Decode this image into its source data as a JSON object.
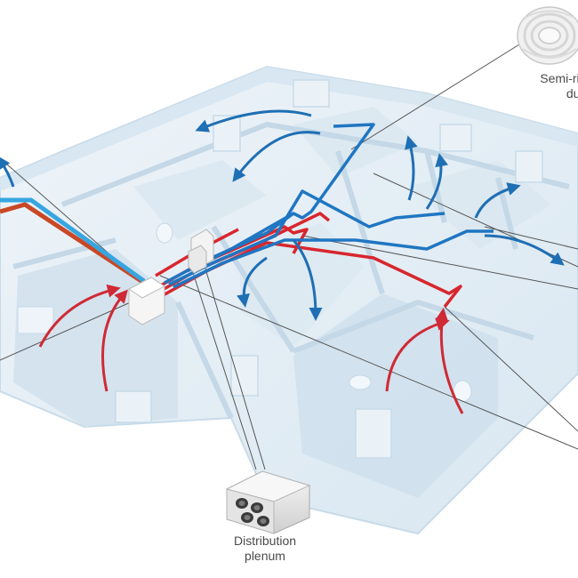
{
  "labels": {
    "ducting_line1": "Semi-rigid d",
    "ducting_line2": "ducting",
    "plenum_line1": "Distribution",
    "plenum_line2": "plenum"
  },
  "colors": {
    "supply_duct": "#1f76c2",
    "extract_duct": "#d8262e",
    "supply_arrow": "#1f6fb4",
    "extract_arrow": "#cf2a35",
    "wall": "#d7e6f1",
    "floor": "#e6eff6",
    "leader_line": "#555555"
  },
  "icons": [
    "ducting-coil-icon",
    "distribution-plenum-icon",
    "ventilation-unit-icon"
  ]
}
